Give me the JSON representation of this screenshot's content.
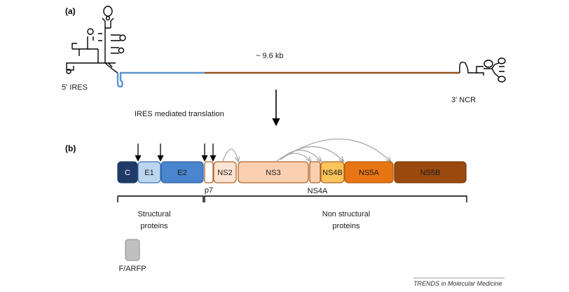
{
  "panel_a": {
    "label": "(a)",
    "genome_length": "~ 9.6 kb",
    "five_prime": "5' IRES",
    "three_prime": "3' NCR",
    "translation_label": "IRES mediated translation"
  },
  "panel_b": {
    "label": "(b)",
    "proteins": [
      {
        "name": "C",
        "color": "#1f3a66",
        "text_color": "#ffffff"
      },
      {
        "name": "E1",
        "color": "#bcd6ef",
        "text_color": "#1a1a1a"
      },
      {
        "name": "E2",
        "color": "#4a85cf",
        "text_color": "#ffffff"
      },
      {
        "name": "p7",
        "color": "#ffffff",
        "text_color": "#1a1a1a"
      },
      {
        "name": "NS2",
        "color": "#fde3d2",
        "text_color": "#1a1a1a"
      },
      {
        "name": "NS3",
        "color": "#fbd0b0",
        "text_color": "#1a1a1a"
      },
      {
        "name": "NS4A",
        "color": "#fbd0b0",
        "text_color": "#1a1a1a"
      },
      {
        "name": "NS4B",
        "color": "#fcc45a",
        "text_color": "#1a1a1a"
      },
      {
        "name": "NS5A",
        "color": "#e87513",
        "text_color": "#ffffff"
      },
      {
        "name": "NS5B",
        "color": "#9a4a0e",
        "text_color": "#ffffff"
      }
    ],
    "structural_label_1": "Structural",
    "structural_label_2": "proteins",
    "nonstructural_label_1": "Non structural",
    "nonstructural_label_2": "proteins",
    "frame_protein": "F/ARFP"
  },
  "footer": "TRENDS in Molecular Medicine",
  "colors": {
    "rna_blue": "#5b93d1",
    "rna_brown": "#94511a",
    "stroke_brown": "#b0632a",
    "grey_arrow": "#a9a9a9"
  }
}
